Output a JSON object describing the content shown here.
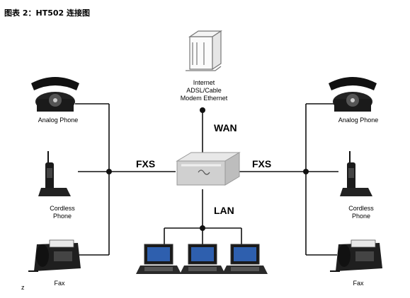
{
  "figure": {
    "title": "图表 2：HT502 连接图"
  },
  "modem": {
    "label_lines": [
      "Internet",
      "ADSL/Cable",
      "Modem Ethernet"
    ]
  },
  "links": {
    "wan": "WAN",
    "lan": "LAN",
    "fxs_left": "FXS",
    "fxs_right": "FXS"
  },
  "left_devices": {
    "analog": "Analog Phone",
    "cordless_1": "Cordless",
    "cordless_2": "Phone",
    "fax": "Fax"
  },
  "right_devices": {
    "analog": "Analog Phone",
    "cordless_1": "Cordless",
    "cordless_2": "Phone",
    "fax": "Fax"
  },
  "footnote": "z"
}
